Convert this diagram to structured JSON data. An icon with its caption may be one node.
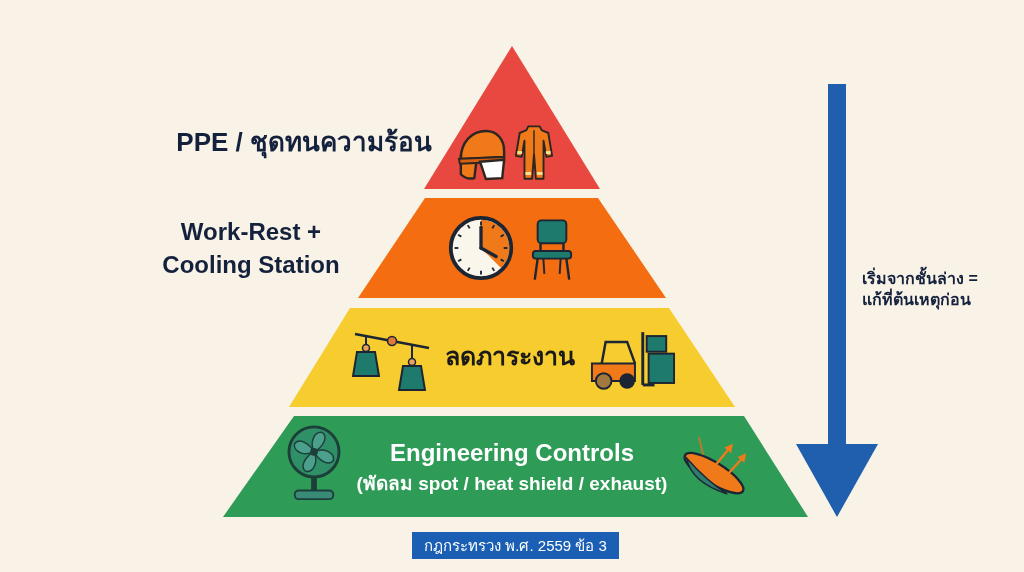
{
  "diagram": {
    "nodes": [
      {
        "text": [
          "PPE / ชุดทนความร้อน"
        ]
      },
      {
        "text": [
          "Work-Rest + Cooling Station"
        ]
      },
      {
        "text": [
          "ลดภาระงาน"
        ]
      },
      {
        "text": [
          "Engineering Controls",
          "(พัดลม spot / heat shield / exhaust)"
        ]
      },
      {
        "text": [
          "กฎกระทรวง พ.ศ. 2559 ข้อ 3"
        ]
      }
    ],
    "labels": [
      "เริ่มจากชั้นล่าง = แก้ที่ต้นเหตุก่อน"
    ]
  }
}
